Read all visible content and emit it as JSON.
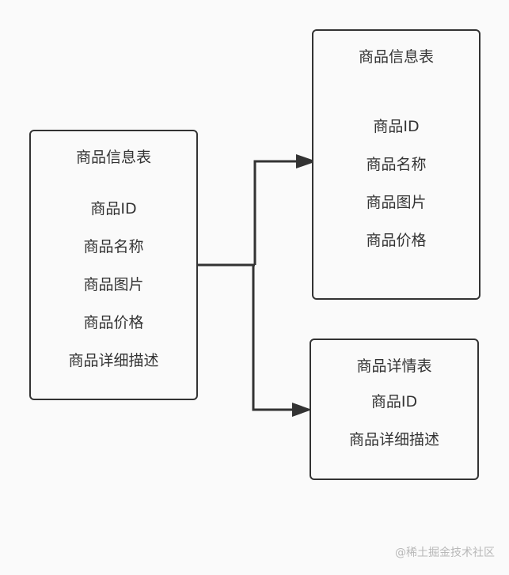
{
  "main_table": {
    "title": "商品信息表",
    "fields": [
      "商品ID",
      "商品名称",
      "商品图片",
      "商品价格",
      "商品详细描述"
    ]
  },
  "info_table": {
    "title": "商品信息表",
    "fields": [
      "商品ID",
      "商品名称",
      "商品图片",
      "商品价格"
    ]
  },
  "detail_table": {
    "title": "商品详情表",
    "fields": [
      "商品ID",
      "商品详细描述"
    ]
  },
  "watermark": "@稀土掘金技术社区",
  "colors": {
    "stroke": "#333333",
    "background": "#fafafa",
    "watermark": "#b8b8b8"
  }
}
